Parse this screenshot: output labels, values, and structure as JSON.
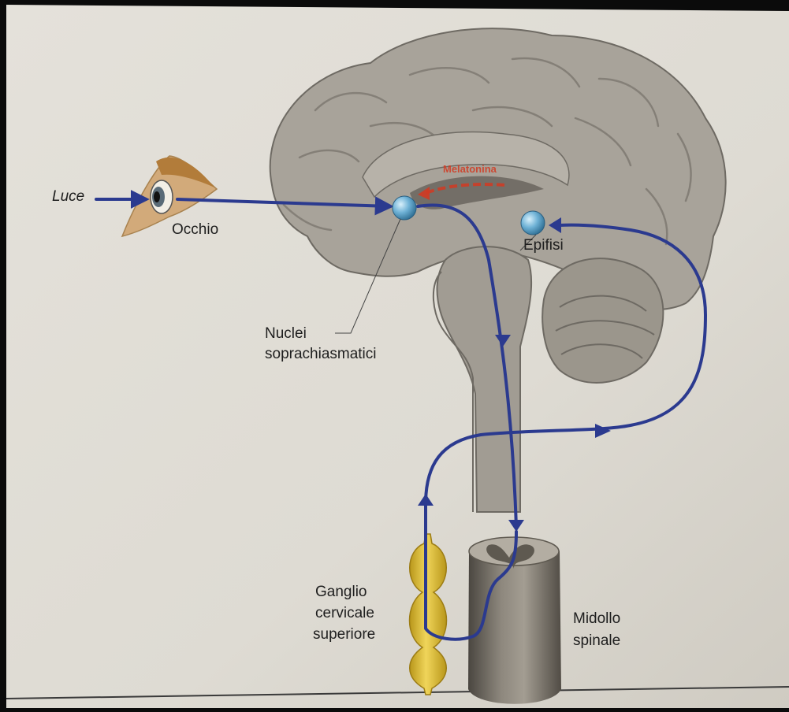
{
  "labels": {
    "light": "Luce",
    "eye": "Occhio",
    "pineal": "Epifisi",
    "nucleus_line1": "Nuclei",
    "nucleus_line2": "soprachiasmatici",
    "ganglion_line1": "Ganglio",
    "ganglion_line2": "cervicale",
    "ganglion_line3": "superiore",
    "cord_line1": "Midollo",
    "cord_line2": "spinale",
    "hormone": "Melatonina"
  },
  "colors": {
    "pathway": "#2b3a8f",
    "brain": "#a8a39a",
    "nucleus": "#6fb2d6",
    "ganglion": "#d8b83a",
    "hormone": "#d23a22",
    "paper": "#e2dfd8"
  }
}
